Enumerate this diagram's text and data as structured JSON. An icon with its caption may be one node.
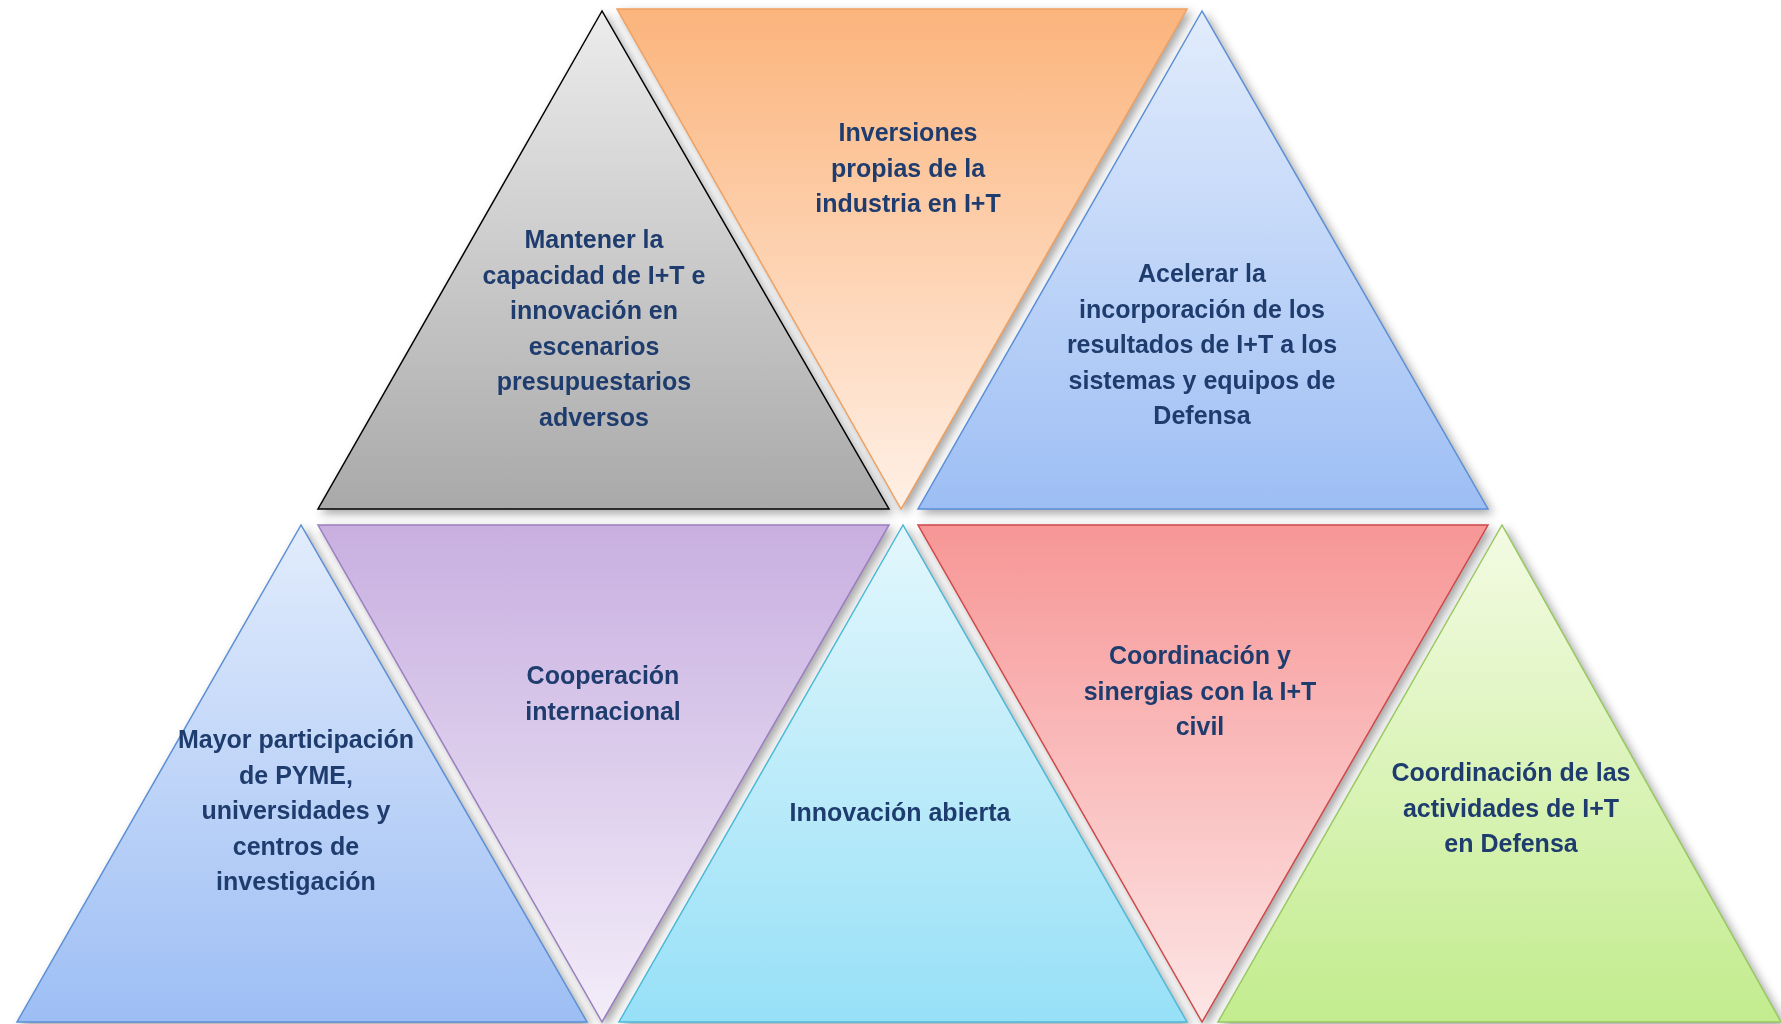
{
  "diagram": {
    "nodes": [
      {
        "text": [
          "Mantener la capacidad de I+T e innovación en escenarios presupuestarios adversos"
        ]
      },
      {
        "text": [
          "Inversiones propias de la industria en I+T"
        ]
      },
      {
        "text": [
          "Acelerar la incorporación de los resultados de I+T a los sistemas y equipos de Defensa"
        ]
      },
      {
        "text": [
          "Mayor participación de PYME, universidades y centros de investigación"
        ]
      },
      {
        "text": [
          "Cooperación internacional"
        ]
      },
      {
        "text": [
          "Innovación abierta"
        ]
      },
      {
        "text": [
          "Coordinación y sinergias con la I+T civil"
        ]
      },
      {
        "text": [
          "Coordinación de las actividades de I+T en Defensa"
        ]
      }
    ]
  }
}
